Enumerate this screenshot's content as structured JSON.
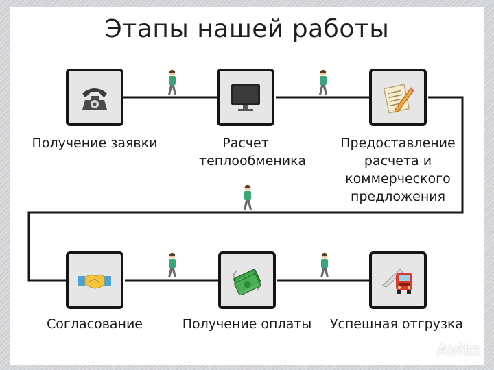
{
  "title": "Этапы нашей работы",
  "steps": [
    {
      "label": "Получение заявки",
      "icon": "telephone-icon"
    },
    {
      "label": "Расчет теплообменика",
      "icon": "monitor-icon"
    },
    {
      "label": "Предоставление расчета и коммерческого предложения",
      "icon": "document-pencil-icon"
    },
    {
      "label": "Согласование",
      "icon": "handshake-icon"
    },
    {
      "label": "Получение оплаты",
      "icon": "money-icon"
    },
    {
      "label": "Успешная отгрузка",
      "icon": "truck-icon"
    }
  ],
  "watermark": "Avito",
  "colors": {
    "border": "#141414",
    "node_fill": "#e6e6e6",
    "walker_shirt": "#3aa57a"
  }
}
